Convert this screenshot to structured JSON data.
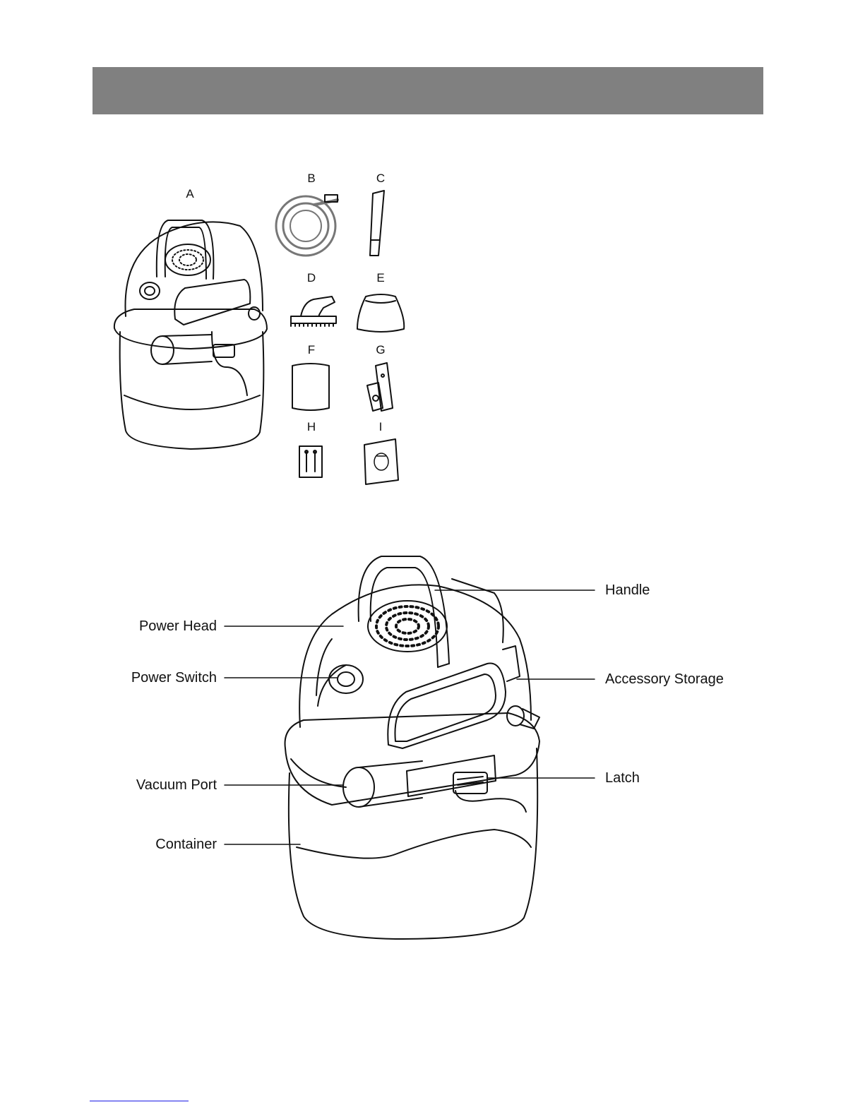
{
  "contents_letters": [
    "A",
    "B",
    "C",
    "D",
    "E",
    "F",
    "G",
    "H",
    "I"
  ],
  "callouts": {
    "power_head": "Power Head",
    "power_switch": "Power Switch",
    "vacuum_port": "Vacuum Port",
    "container": "Container",
    "handle": "Handle",
    "accessory_storage": "Accessory Storage",
    "latch": "Latch"
  },
  "colors": {
    "header_bar": "#808080",
    "line_art": "#111111",
    "footer_rule": "#1a1ae6"
  }
}
